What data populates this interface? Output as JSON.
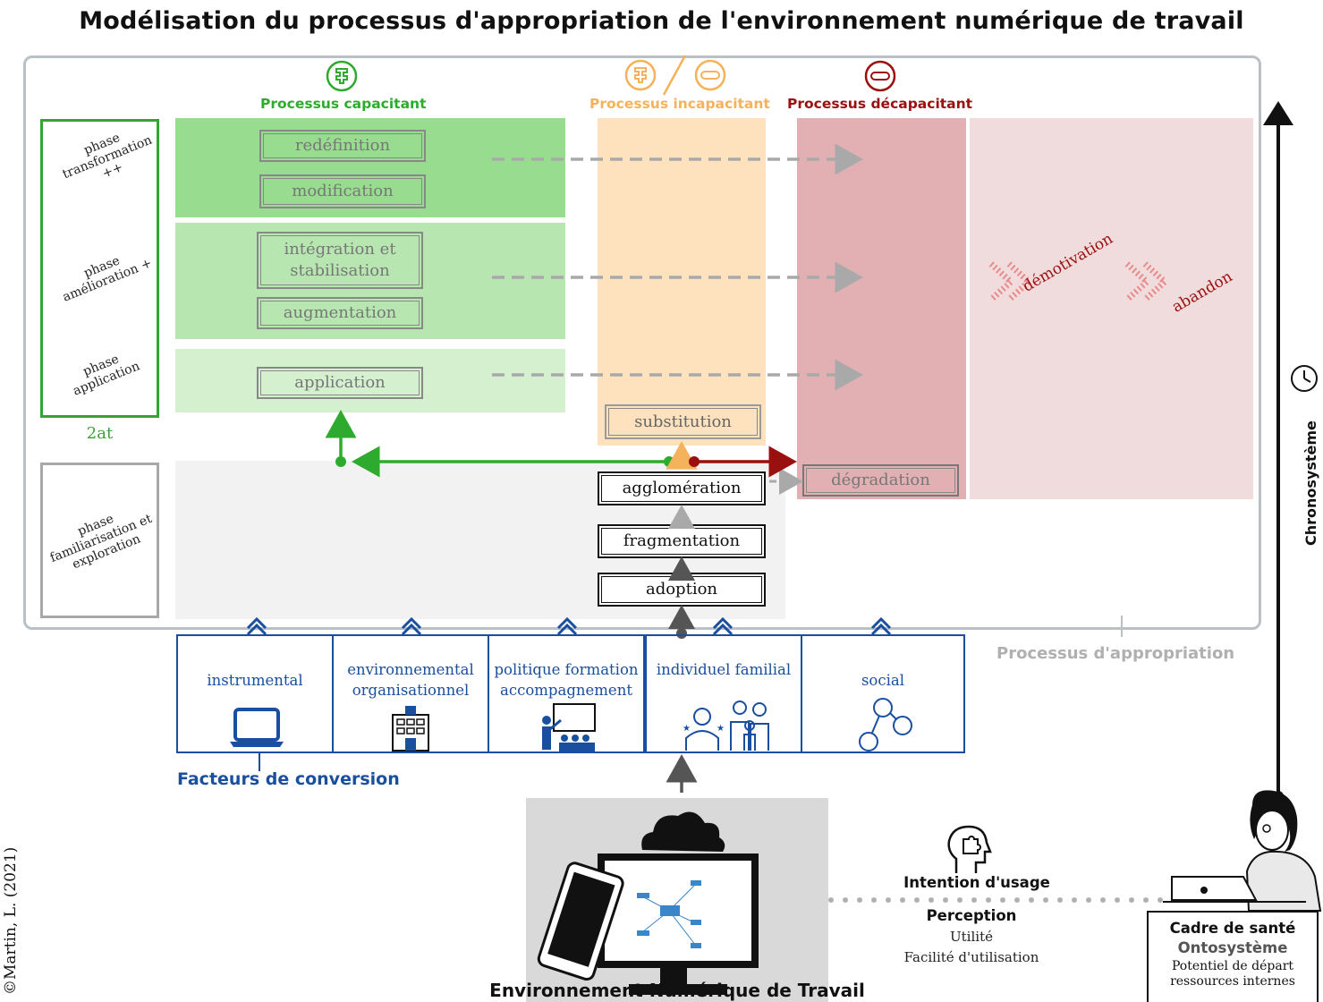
{
  "title": "Modélisation du processus d'appropriation de l'environnement numérique de travail",
  "processes": {
    "capacitant": "Processus capacitant",
    "incapacitant": "Processus incapacitant",
    "decapacitant": "Processus décapacitant"
  },
  "phases": {
    "transformation": "phase transformation ++",
    "amelioration": "phase amélioration +",
    "application": "phase application",
    "familiarisation": "phase familiarisation et exploration",
    "group_label": "2at"
  },
  "steps": {
    "redefinition": "redéfinition",
    "modification": "modification",
    "integration": "intégration et stabilisation",
    "augmentation": "augmentation",
    "application": "application",
    "substitution": "substitution",
    "agglomeration": "agglomération",
    "fragmentation": "fragmentation",
    "adoption": "adoption",
    "degradation": "dégradation"
  },
  "red_zone": {
    "demotivation": "démotivation",
    "abandon": "abandon"
  },
  "appropriation_label": "Processus d'appropriation",
  "chronosysteme": "Chronosystème",
  "factors": {
    "title": "Facteurs de conversion",
    "items": [
      {
        "label": "instrumental",
        "icon": "laptop-icon"
      },
      {
        "label": "environnemental organisationnel",
        "icon": "hospital-building-icon"
      },
      {
        "label": "politique formation accompagnement",
        "icon": "teaching-icon"
      },
      {
        "label": "individuel familial",
        "icon": "family-icon"
      },
      {
        "label": "social",
        "icon": "social-network-icon"
      }
    ]
  },
  "ent": {
    "label": "Environnement Numérique de Travail"
  },
  "intention": {
    "title": "Intention d'usage",
    "perception": "Perception",
    "utilite": "Utilité",
    "facilite": "Facilité d'utilisation"
  },
  "cadre": {
    "title": "Cadre de santé",
    "onto": "Ontosystème",
    "line1": "Potentiel de départ",
    "line2": "ressources internes"
  },
  "copyright": "©Martin, L. (2021)",
  "colors": {
    "green": "#2eab2e",
    "orange": "#f4b25a",
    "red": "#9a0f0f",
    "blue": "#1a4fa0"
  }
}
